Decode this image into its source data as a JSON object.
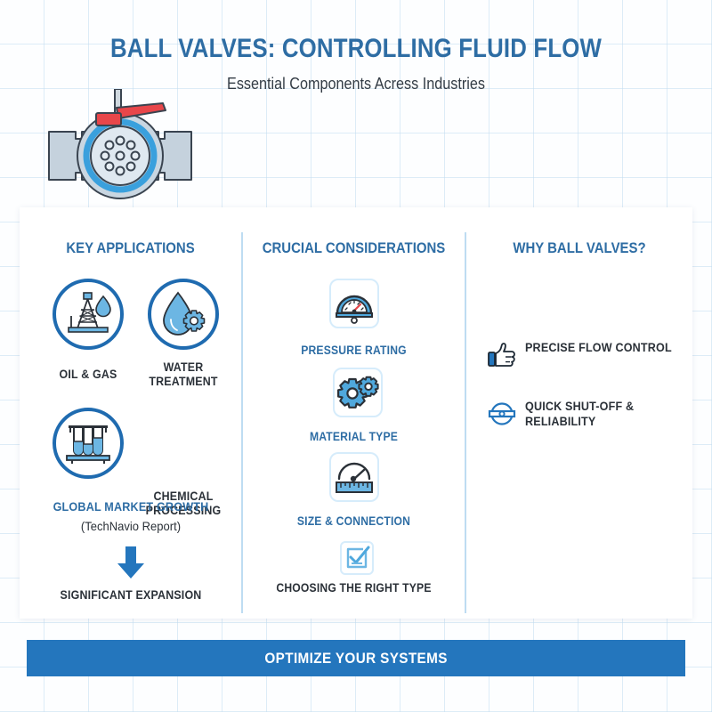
{
  "header": {
    "title": "BALL VALVES: CONTROLLING FLUID FLOW",
    "subtitle": "Essential Components Acress Industries",
    "hero_icon": "ball-valve-illustration"
  },
  "columns": {
    "applications": {
      "heading": "KEY APPLICATIONS",
      "items": [
        {
          "label": "OIL & GAS",
          "icon": "oil-rig-droplet-icon"
        },
        {
          "label": "WATER\nTREATMENT",
          "icon": "water-droplet-gear-icon"
        },
        {
          "label": "CHEMICAL\nPROCESSING",
          "icon": "test-tubes-icon"
        }
      ],
      "growth": {
        "title": "GLOBAL MARKET GROWTH",
        "source": "(TechNavio Report)",
        "arrow_icon": "arrow-down-icon",
        "result": "SIGNIFICANT EXPANSION"
      }
    },
    "considerations": {
      "heading": "CRUCIAL CONSIDERATIONS",
      "items": [
        {
          "label": "PRESSURE RATING",
          "icon": "pressure-gauge-icon"
        },
        {
          "label": "MATERIAL TYPE",
          "icon": "gears-icon"
        },
        {
          "label": "SIZE & CONNECTION",
          "icon": "gauge-ruler-icon"
        },
        {
          "label": "CHOOSING THE RIGHT TYPE",
          "icon": "checkbox-check-icon"
        }
      ]
    },
    "benefits": {
      "heading": "WHY BALL VALVES?",
      "items": [
        {
          "label": "PRECISE FLOW CONTROL",
          "icon": "pointing-hand-icon"
        },
        {
          "label": "QUICK SHUT-OFF &\nRELIABILITY",
          "icon": "ball-valve-disc-icon"
        }
      ]
    }
  },
  "footer": {
    "cta": "OPTIMIZE YOUR SYSTEMS"
  },
  "colors": {
    "brand_blue": "#2e6da4",
    "banner_blue": "#2476bd",
    "icon_blue": "#1f6bb0",
    "light_blue_fill": "#6cb6e3",
    "dark_text": "#2b3138",
    "divider": "#bedcf2",
    "grid_line": "#c3dcf0",
    "handle_red": "#e8464a"
  }
}
